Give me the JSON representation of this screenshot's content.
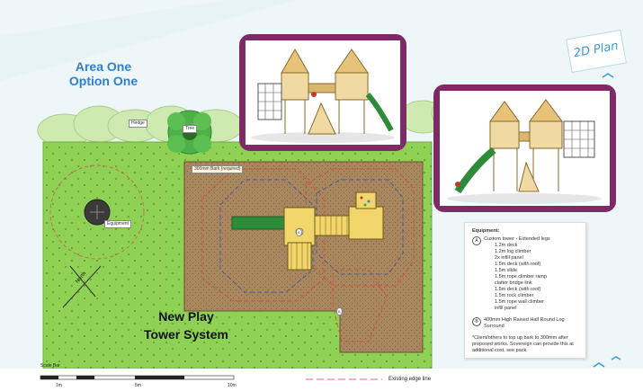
{
  "title": {
    "line1": "Area One",
    "line2": "Option One"
  },
  "badge": "2D Plan",
  "labels": {
    "hedge": "Hedge",
    "tree": "Tree",
    "equipment": "Equipment",
    "bark": "300mm Bark (required)",
    "north": "North",
    "item_a": "A",
    "item_b": "B"
  },
  "new_play": {
    "line1": "New Play",
    "line2": "Tower System"
  },
  "legend": {
    "heading": "Equipment:",
    "item_a_marker": "A",
    "item_a_title": "Custom tower - Extended legs",
    "item_a_parts": [
      "1.2m deck",
      "1.2m log climber",
      "2x infill panel",
      "1.5m deck (with roof)",
      "1.5m slide",
      "1.5m rope climber ramp",
      "clatter bridge link",
      "1.5m deck (with roof)",
      "1.5m rock climber",
      "1.5m rope wall climber",
      "infill panel"
    ],
    "item_b_marker": "B",
    "item_b_title": "400mm High Raised Half Round Log Surround",
    "note": "*Client/others to top up bark to 300mm after proposed works. Sovereign can provide this at additional cost, see pack"
  },
  "scale": {
    "title": "Scale Bar",
    "ticks": [
      "1m",
      "5m",
      "10m"
    ]
  },
  "edge_line_label": "Existing edge line",
  "colors": {
    "grass": "#8ed155",
    "bark": "#a8865e",
    "frame": "#7e2a66",
    "title": "#2f7fd0"
  }
}
